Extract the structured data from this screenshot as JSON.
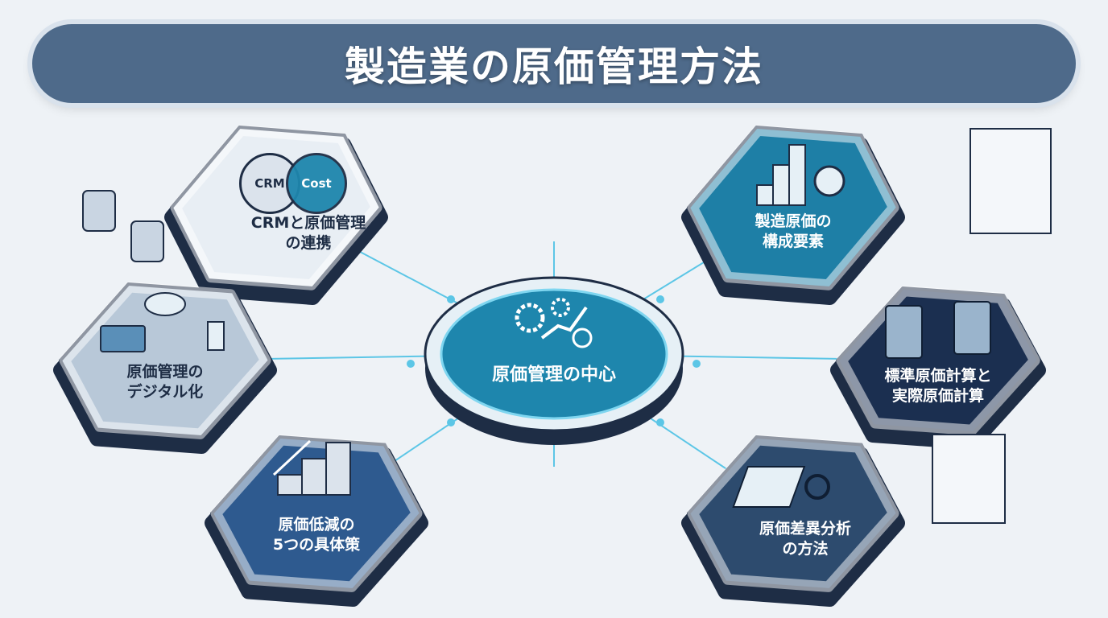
{
  "title": "製造業の原価管理方法",
  "center": {
    "label": "原価管理の中心",
    "icon": "gears-chart-dollar-icon",
    "color": "#1e86ad"
  },
  "nodes": [
    {
      "id": "crm",
      "label_line1": "CRMと原価管理",
      "label_line2": "の連携",
      "venn_left": "CRM",
      "venn_right": "Cost",
      "color": "#e8eef4"
    },
    {
      "id": "components",
      "label_line1": "製造原価の",
      "label_line2": "構成要素",
      "icon": "bar-chart-gear-icon",
      "color": "#1e7fa6"
    },
    {
      "id": "standard",
      "label_line1": "標準原価計算と",
      "label_line2": "実際原価計算",
      "icon": "calculator-arrows-icon",
      "color": "#1b2f50"
    },
    {
      "id": "variance",
      "label_line1": "原価差異分析",
      "label_line2": "の方法",
      "icon": "report-magnifier-icon",
      "color": "#2d4b6e"
    },
    {
      "id": "reduction",
      "label_line1": "原価低減の",
      "label_line2": "5つの具体策",
      "icon": "ascending-blocks-icon",
      "color": "#2e5a8f"
    },
    {
      "id": "digital",
      "label_line1": "原価管理の",
      "label_line2": "デジタル化",
      "icon": "cloud-tablet-robot-icon",
      "color": "#b8c8d8"
    }
  ]
}
